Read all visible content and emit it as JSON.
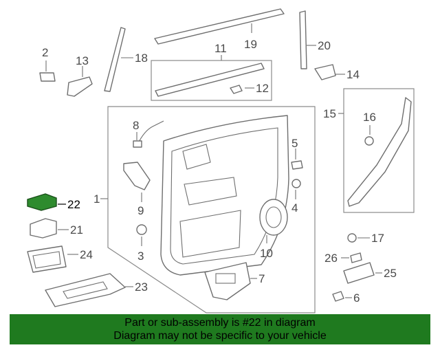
{
  "callouts": [
    {
      "id": "c1",
      "label": "1"
    },
    {
      "id": "c2",
      "label": "2"
    },
    {
      "id": "c3",
      "label": "3"
    },
    {
      "id": "c4",
      "label": "4"
    },
    {
      "id": "c5",
      "label": "5"
    },
    {
      "id": "c6",
      "label": "6"
    },
    {
      "id": "c7",
      "label": "7"
    },
    {
      "id": "c8",
      "label": "8"
    },
    {
      "id": "c9",
      "label": "9"
    },
    {
      "id": "c10",
      "label": "10"
    },
    {
      "id": "c11",
      "label": "11"
    },
    {
      "id": "c12",
      "label": "12"
    },
    {
      "id": "c13",
      "label": "13"
    },
    {
      "id": "c14",
      "label": "14"
    },
    {
      "id": "c15",
      "label": "15"
    },
    {
      "id": "c16",
      "label": "16"
    },
    {
      "id": "c17",
      "label": "17"
    },
    {
      "id": "c18",
      "label": "18"
    },
    {
      "id": "c19",
      "label": "19"
    },
    {
      "id": "c20",
      "label": "20"
    },
    {
      "id": "c21",
      "label": "21"
    },
    {
      "id": "c22",
      "label": "22"
    },
    {
      "id": "c23",
      "label": "23"
    },
    {
      "id": "c24",
      "label": "24"
    },
    {
      "id": "c25",
      "label": "25"
    },
    {
      "id": "c26",
      "label": "26"
    }
  ],
  "highlight": {
    "part_number": "22",
    "color": "#2e8b2e"
  },
  "banner": {
    "line1": "Part or sub-assembly is #22 in diagram",
    "line2": "Diagram may not be specific to your vehicle",
    "background": "#1f7a1f"
  }
}
